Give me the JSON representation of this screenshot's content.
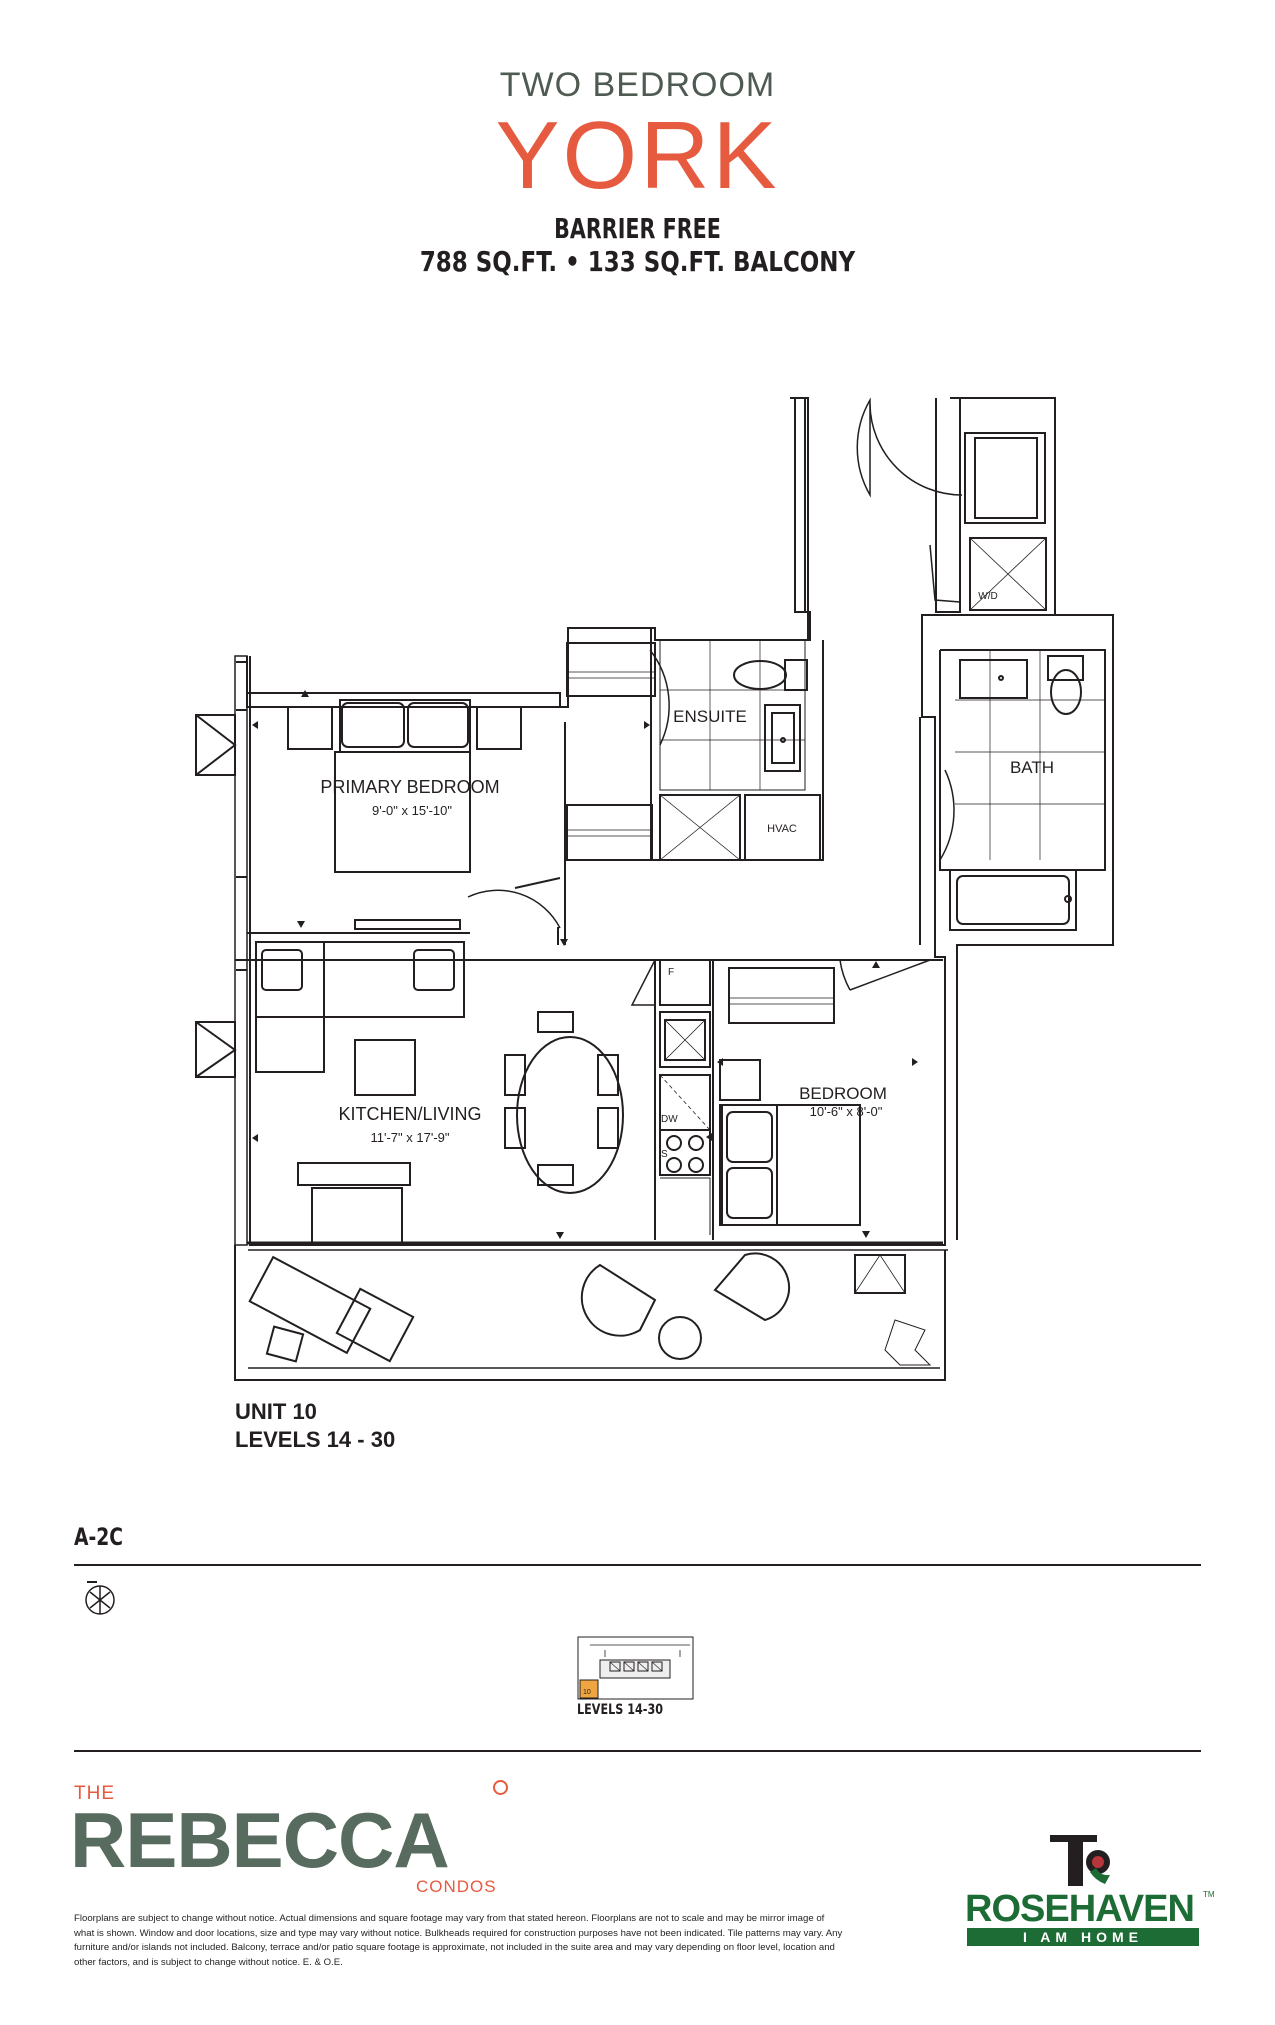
{
  "header": {
    "suite_type": "TWO BEDROOM",
    "suite_name": "YORK",
    "feature": "BARRIER FREE",
    "sizes": "788 SQ.FT. • 133 SQ.FT. BALCONY"
  },
  "rooms": {
    "primary_bedroom": "PRIMARY BEDROOM",
    "primary_bedroom_dims": "9'-0\" x 15'-10\"",
    "ensuite": "ENSUITE",
    "bath": "BATH",
    "hvac": "HVAC",
    "wd": "W/D",
    "kitchen_living": "KITCHEN/LIVING",
    "kitchen_living_dims": "11'-7\" x 17'-9\"",
    "bedroom": "BEDROOM",
    "bedroom_dims": "10'-6\" x 8'-0\"",
    "fridge": "F",
    "dishwasher": "DW",
    "stove": "S"
  },
  "unit": {
    "unit_label": "UNIT 10",
    "levels_label": "LEVELS 14 - 30"
  },
  "plan_code": "A-2C",
  "keyplan": {
    "unit_number": "10",
    "label": "LEVELS 14-30",
    "highlight_color": "#f0a640"
  },
  "branding": {
    "the": "THE",
    "rebecca": "REBECCA",
    "condos": "CONDOS",
    "rosehaven": "ROSEHAVEN",
    "rosehaven_tm": "TM",
    "tagline": "I AM HOME",
    "accent_color": "#e65a3f",
    "rebecca_color": "#586b5f",
    "rosehaven_color": "#1d6b35"
  },
  "disclaimer": "Floorplans are subject to change without notice. Actual dimensions and square footage may vary from that stated hereon. Floorplans are not to scale and may be mirror image of what is shown. Window and door locations, size and type may vary without notice. Bulkheads required for construction purposes have not been indicated. Tile patterns may vary. Any furniture and/or islands not included. Balcony, terrace and/or patio square footage is approximate, not included in the suite area and may vary depending on floor level, location and other factors, and is subject to change without notice. E. & O.E."
}
